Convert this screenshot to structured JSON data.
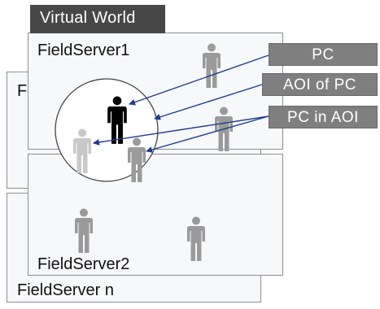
{
  "diagram": {
    "title": "Virtual World",
    "servers": {
      "server1": "FieldServer1",
      "server2": "FieldServer2",
      "serverN": "FieldServer n",
      "stacked_partial": "Fi"
    },
    "callouts": {
      "pc": "PC",
      "aoi_of_pc": "AOI of PC",
      "pc_in_aoi": "PC in AOI"
    },
    "icons": {
      "avatar": "person-icon",
      "player": "person-icon"
    },
    "colors": {
      "player": "#000000",
      "other": "#9a9a9a",
      "faded": "#c8c8c8",
      "arrow": "#1f3c8c",
      "callout_bg": "#7f7f7f",
      "title_bg": "#474747"
    }
  }
}
